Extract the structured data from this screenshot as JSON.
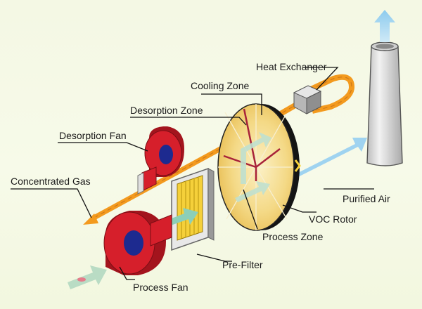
{
  "labels": {
    "heat_exchanger": "Heat Exchanger",
    "cooling_zone": "Cooling Zone",
    "desorption_zone": "Desorption Zone",
    "desorption_fan": "Desorption Fan",
    "concentrated_gas": "Concentrated Gas",
    "purified_air": "Purified Air",
    "voc_rotor": "VOC Rotor",
    "process_zone": "Process Zone",
    "pre_filter": "Pre-Filter",
    "process_fan": "Process Fan"
  },
  "colors": {
    "fan_red": "#d61f2b",
    "fan_hub": "#1d2a8f",
    "hot_flow": "#f39a1e",
    "clean_flow": "#9fd3f0",
    "rotor_fill": "#f2d27a",
    "filter_yellow": "#f5d03a",
    "stack_gray": "#d9d9d9",
    "intake_green": "#b9dcc4"
  }
}
